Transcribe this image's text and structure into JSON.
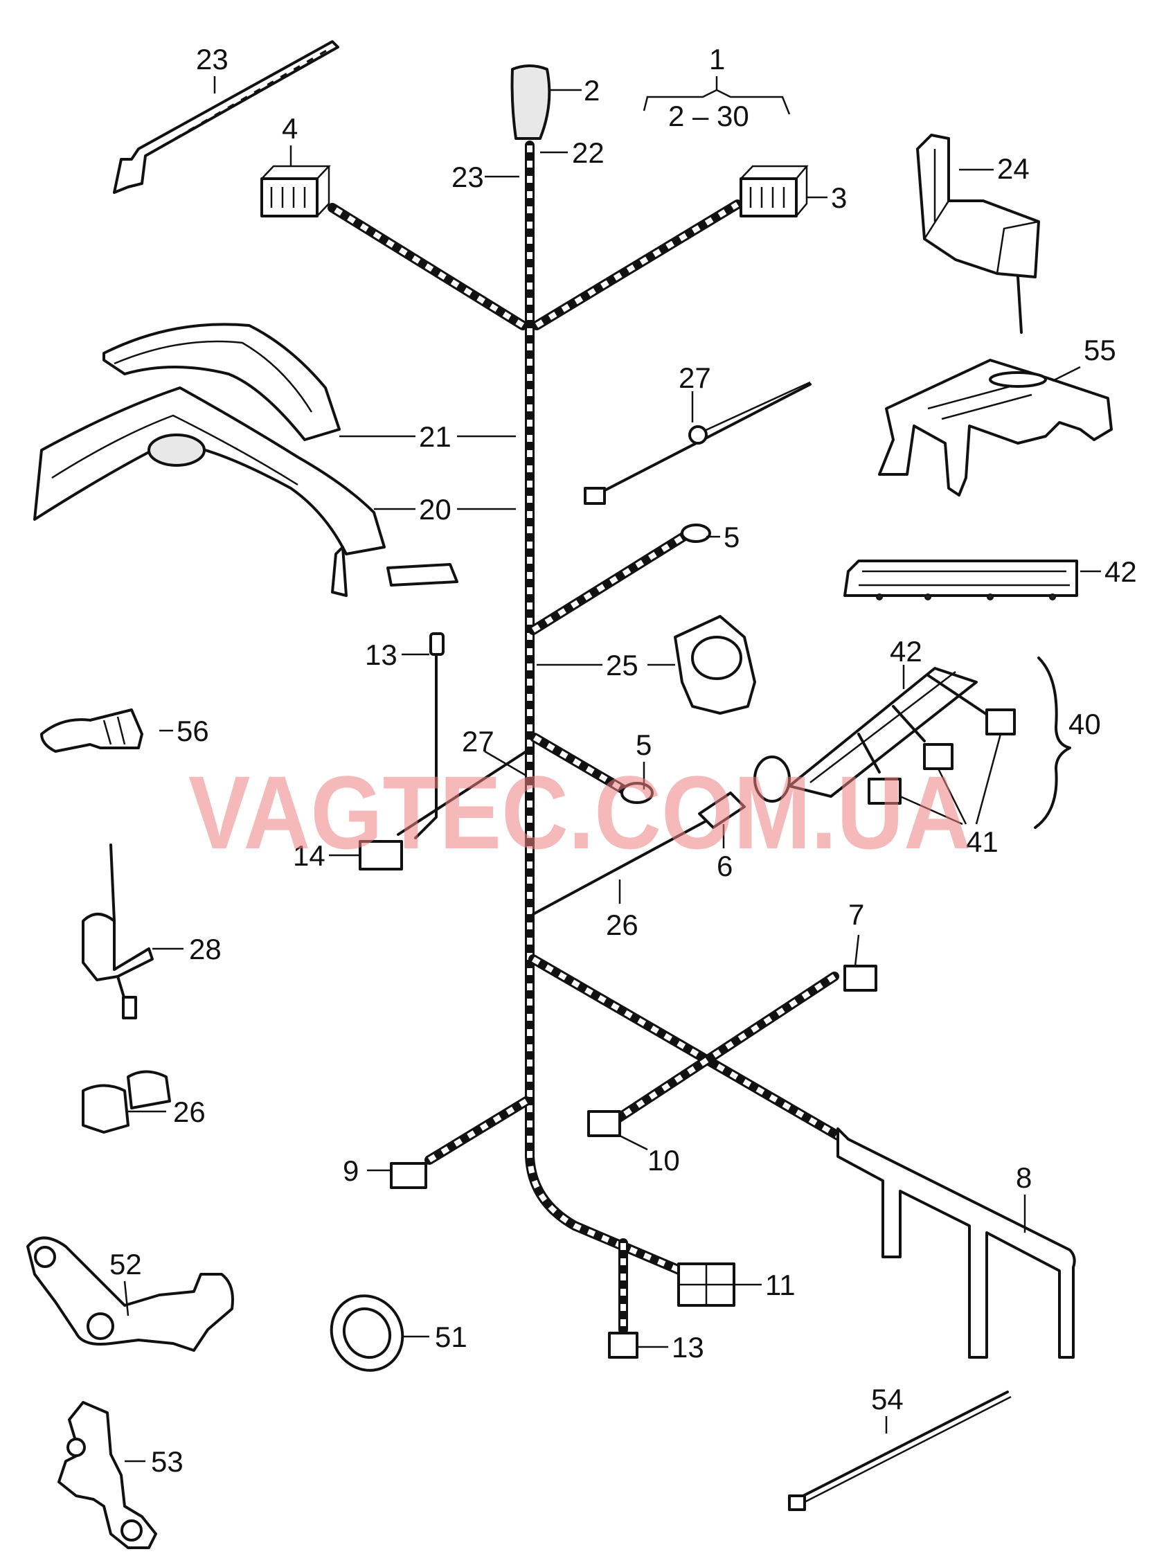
{
  "watermark": {
    "text": "VAGTEC.COM.UA",
    "color": "#f08080"
  },
  "group": {
    "number": "1",
    "range": "2 – 30"
  },
  "bracket_group": {
    "number": "40"
  },
  "part_labels": [
    {
      "id": "p23a",
      "text": "23"
    },
    {
      "id": "p2",
      "text": "2"
    },
    {
      "id": "p4",
      "text": "4"
    },
    {
      "id": "p23b",
      "text": "23"
    },
    {
      "id": "p22",
      "text": "22"
    },
    {
      "id": "p3",
      "text": "3"
    },
    {
      "id": "p24",
      "text": "24"
    },
    {
      "id": "p55",
      "text": "55"
    },
    {
      "id": "p27a",
      "text": "27"
    },
    {
      "id": "p21",
      "text": "21"
    },
    {
      "id": "p20",
      "text": "20"
    },
    {
      "id": "p5a",
      "text": "5"
    },
    {
      "id": "p42a",
      "text": "42"
    },
    {
      "id": "p13a",
      "text": "13"
    },
    {
      "id": "p25",
      "text": "25"
    },
    {
      "id": "p42b",
      "text": "42"
    },
    {
      "id": "p56",
      "text": "56"
    },
    {
      "id": "p27b",
      "text": "27"
    },
    {
      "id": "p5b",
      "text": "5"
    },
    {
      "id": "p14",
      "text": "14"
    },
    {
      "id": "p6",
      "text": "6"
    },
    {
      "id": "p41",
      "text": "41"
    },
    {
      "id": "p26a",
      "text": "26"
    },
    {
      "id": "p28",
      "text": "28"
    },
    {
      "id": "p7",
      "text": "7"
    },
    {
      "id": "p26b",
      "text": "26"
    },
    {
      "id": "p10",
      "text": "10"
    },
    {
      "id": "p9",
      "text": "9"
    },
    {
      "id": "p8",
      "text": "8"
    },
    {
      "id": "p11",
      "text": "11"
    },
    {
      "id": "p52",
      "text": "52"
    },
    {
      "id": "p51",
      "text": "51"
    },
    {
      "id": "p13b",
      "text": "13"
    },
    {
      "id": "p54",
      "text": "54"
    },
    {
      "id": "p53",
      "text": "53"
    }
  ]
}
